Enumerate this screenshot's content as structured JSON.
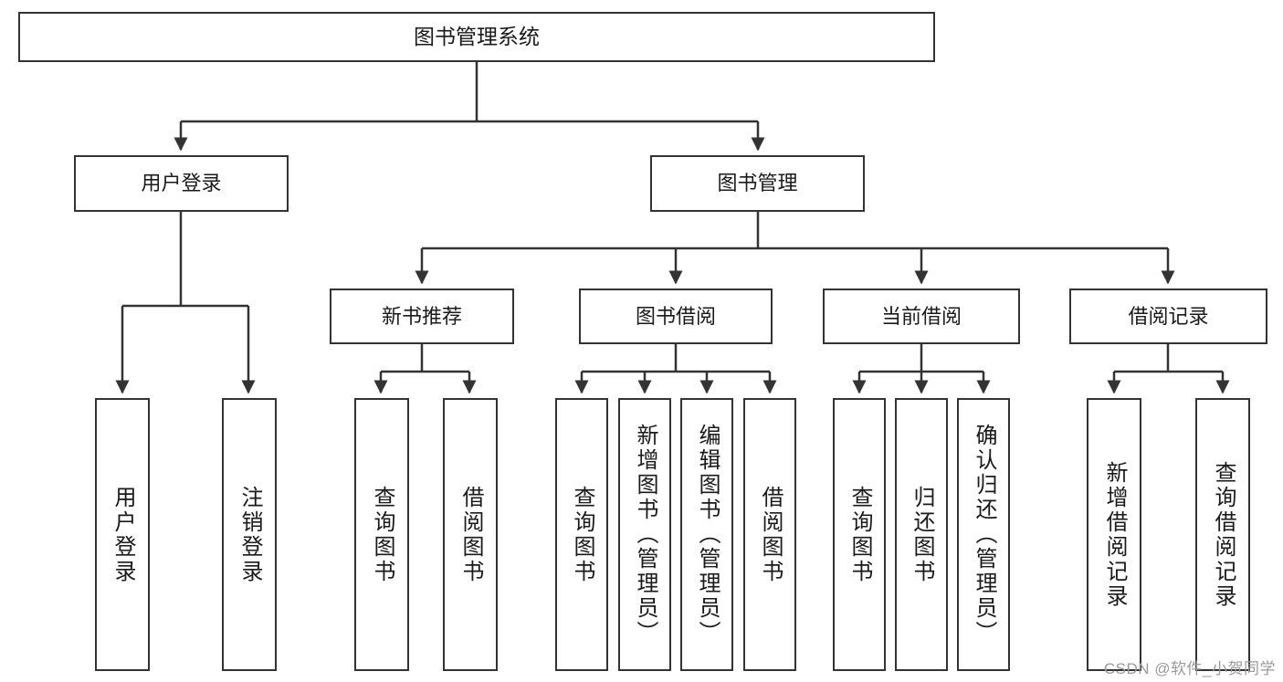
{
  "diagram": {
    "title": "图书管理系统",
    "type": "functional-decomposition-tree",
    "root": {
      "label": "图书管理系统"
    },
    "level2": [
      {
        "id": "user-login",
        "label": "用户登录"
      },
      {
        "id": "book-management",
        "label": "图书管理"
      }
    ],
    "level3": [
      {
        "id": "new-book-recommend",
        "label": "新书推荐"
      },
      {
        "id": "book-borrow",
        "label": "图书借阅"
      },
      {
        "id": "current-borrow",
        "label": "当前借阅"
      },
      {
        "id": "borrow-record",
        "label": "借阅记录"
      }
    ],
    "leaves": [
      {
        "id": "leaf-user-login",
        "label": "用户登录"
      },
      {
        "id": "leaf-logout-login",
        "label": "注销登录"
      },
      {
        "id": "leaf-query-book-1",
        "label": "查询图书"
      },
      {
        "id": "leaf-borrow-book-1",
        "label": "借阅图书"
      },
      {
        "id": "leaf-query-book-2",
        "label": "查询图书"
      },
      {
        "id": "leaf-add-book-admin",
        "label": "新增图书（管理员）"
      },
      {
        "id": "leaf-edit-book-admin",
        "label": "编辑图书（管理员）"
      },
      {
        "id": "leaf-borrow-book-2",
        "label": "借阅图书"
      },
      {
        "id": "leaf-query-book-3",
        "label": "查询图书"
      },
      {
        "id": "leaf-return-book",
        "label": "归还图书"
      },
      {
        "id": "leaf-confirm-return-admin",
        "label": "确认归还（管理员）"
      },
      {
        "id": "leaf-add-borrow-record",
        "label": "新增借阅记录"
      },
      {
        "id": "leaf-query-borrow-record",
        "label": "查询借阅记录"
      }
    ]
  },
  "watermark": {
    "text": "CSDN @软件_小贺同学"
  },
  "colors": {
    "stroke": "#333333",
    "background": "#ffffff",
    "text": "#1a1a1a",
    "watermark": "#9a9a9a"
  }
}
